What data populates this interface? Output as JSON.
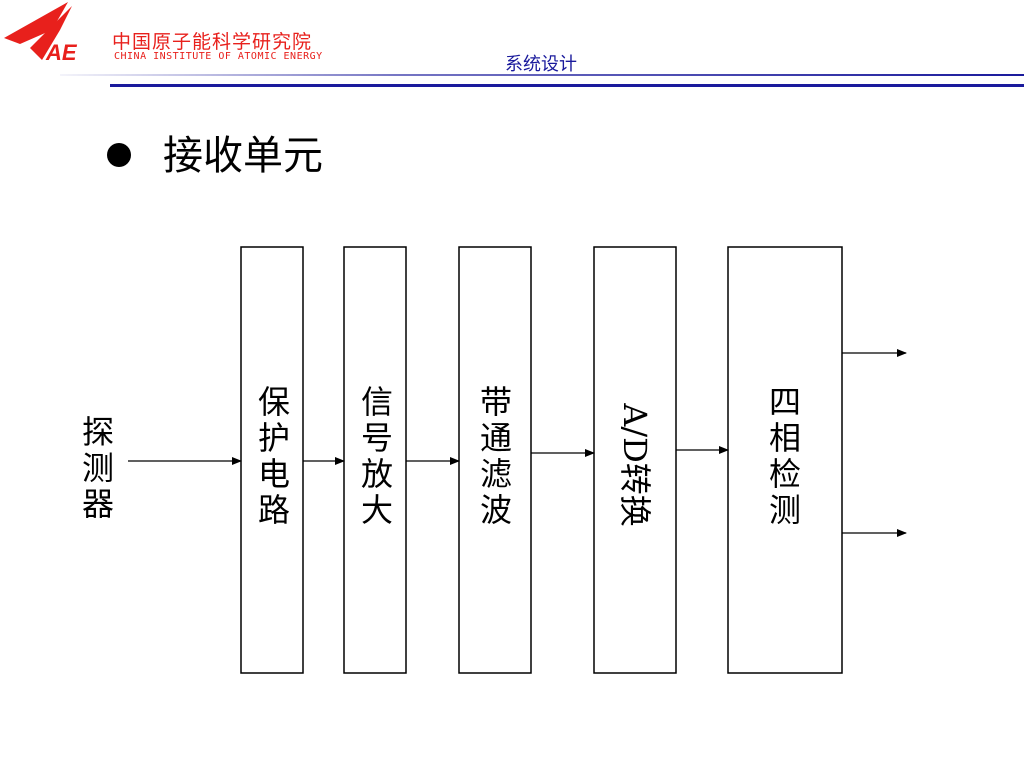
{
  "header": {
    "institute_cn": "中国原子能科学研究院",
    "institute_en": "CHINA INSTITUTE OF ATOMIC ENERGY",
    "logo_text": "IAE",
    "section": "系统设计",
    "colors": {
      "logo_red": "#e8201c",
      "rule_blue": "#1a1a9c"
    }
  },
  "main": {
    "heading": "接收单元"
  },
  "diagram": {
    "input_label": "探测器",
    "blocks": [
      {
        "id": "protect",
        "label": "保护电路"
      },
      {
        "id": "amplify",
        "label": "信号放大"
      },
      {
        "id": "bandpass",
        "label": "带通滤波"
      },
      {
        "id": "adc",
        "label": "A/D转换"
      },
      {
        "id": "detect",
        "label": "四相检测"
      }
    ],
    "output_count": 2
  }
}
